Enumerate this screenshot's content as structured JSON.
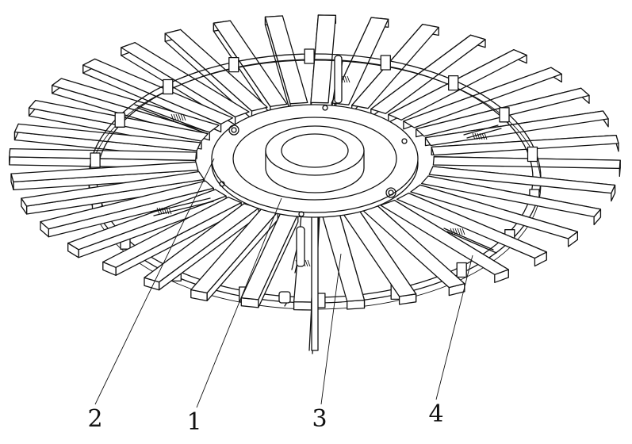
{
  "callouts": [
    {
      "id": "2",
      "label": "2"
    },
    {
      "id": "1",
      "label": "1"
    },
    {
      "id": "3",
      "label": "3"
    },
    {
      "id": "4",
      "label": "4"
    }
  ],
  "colors": {
    "line": "#111111",
    "background": "#ffffff"
  }
}
